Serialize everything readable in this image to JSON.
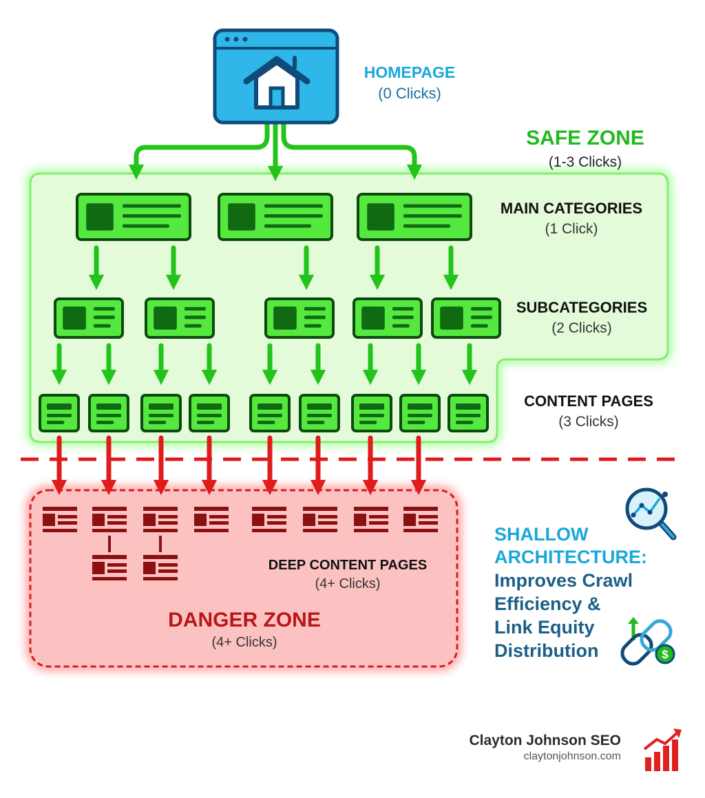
{
  "homepage": {
    "title": "HOMEPAGE",
    "subtitle": "(0 Clicks)"
  },
  "safe_zone": {
    "title": "SAFE ZONE",
    "subtitle": "(1-3 Clicks)"
  },
  "levels": {
    "main": {
      "title": "MAIN CATEGORIES",
      "subtitle": "(1 Click)"
    },
    "sub": {
      "title": "SUBCATEGORIES",
      "subtitle": "(2 Clicks)"
    },
    "content": {
      "title": "CONTENT PAGES",
      "subtitle": "(3 Clicks)"
    },
    "deep": {
      "title": "DEEP CONTENT PAGES",
      "subtitle": "(4+ Clicks)"
    }
  },
  "danger_zone": {
    "title": "DANGER ZONE",
    "subtitle": "(4+ Clicks)"
  },
  "callout": {
    "line1": "SHALLOW",
    "line2": "ARCHITECTURE:",
    "line3": "Improves Crawl",
    "line4": "Efficiency &",
    "line5": "Link Equity",
    "line6": "Distribution"
  },
  "brand": {
    "name": "Clayton Johnson SEO",
    "url": "claytonjohnson.com"
  },
  "colors": {
    "homepage_blue": "#1aa7db",
    "safe_green": "#22b81f",
    "danger_red": "#e01b1b",
    "danger_dark": "#8b1010",
    "text_dark": "#111111"
  },
  "icons": {
    "homepage": "house-browser-icon",
    "analytics": "magnifier-chart-icon",
    "link": "chain-link-dollar-icon",
    "brand": "bar-chart-arrow-icon"
  }
}
